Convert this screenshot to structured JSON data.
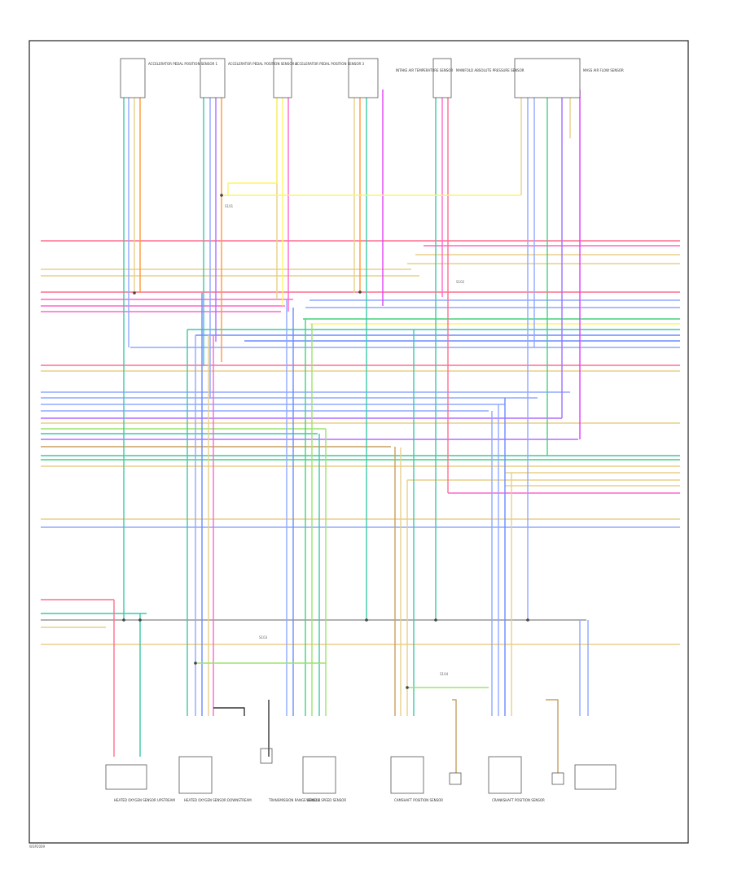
{
  "diagram": {
    "footer_code": "W3P2009",
    "components": [
      {
        "id": "accel-pedal-1",
        "text": "ACCELERATOR PEDAL POSITION SENSOR 1"
      },
      {
        "id": "accel-pedal-2",
        "text": "ACCELERATOR PEDAL POSITION SENSOR 2"
      },
      {
        "id": "accel-pedal-3",
        "text": "ACCELERATOR PEDAL POSITION SENSOR 3"
      },
      {
        "id": "iat-sensor",
        "text": "INTAKE AIR TEMPERATURE SENSOR"
      },
      {
        "id": "map-sensor",
        "text": "MANIFOLD ABSOLUTE PRESSURE SENSOR"
      },
      {
        "id": "mass-air-flow",
        "text": "MASS AIR FLOW SENSOR"
      },
      {
        "id": "o2-upstream",
        "text": "HEATED OXYGEN SENSOR UPSTREAM"
      },
      {
        "id": "o2-downstream",
        "text": "HEATED OXYGEN SENSOR DOWNSTREAM"
      },
      {
        "id": "trans-range",
        "text": "TRANSMISSION RANGE SENSOR"
      },
      {
        "id": "vss",
        "text": "VEHICLE SPEED SENSOR"
      },
      {
        "id": "cam-sensor",
        "text": "CAMSHAFT POSITION SENSOR"
      },
      {
        "id": "crank-sensor",
        "text": "CRANKSHAFT POSITION SENSOR"
      }
    ],
    "splices": [
      {
        "id": "s1",
        "text": "S101"
      },
      {
        "id": "s2",
        "text": "S102"
      },
      {
        "id": "s3",
        "text": "S103"
      },
      {
        "id": "s4",
        "text": "S104"
      }
    ]
  }
}
